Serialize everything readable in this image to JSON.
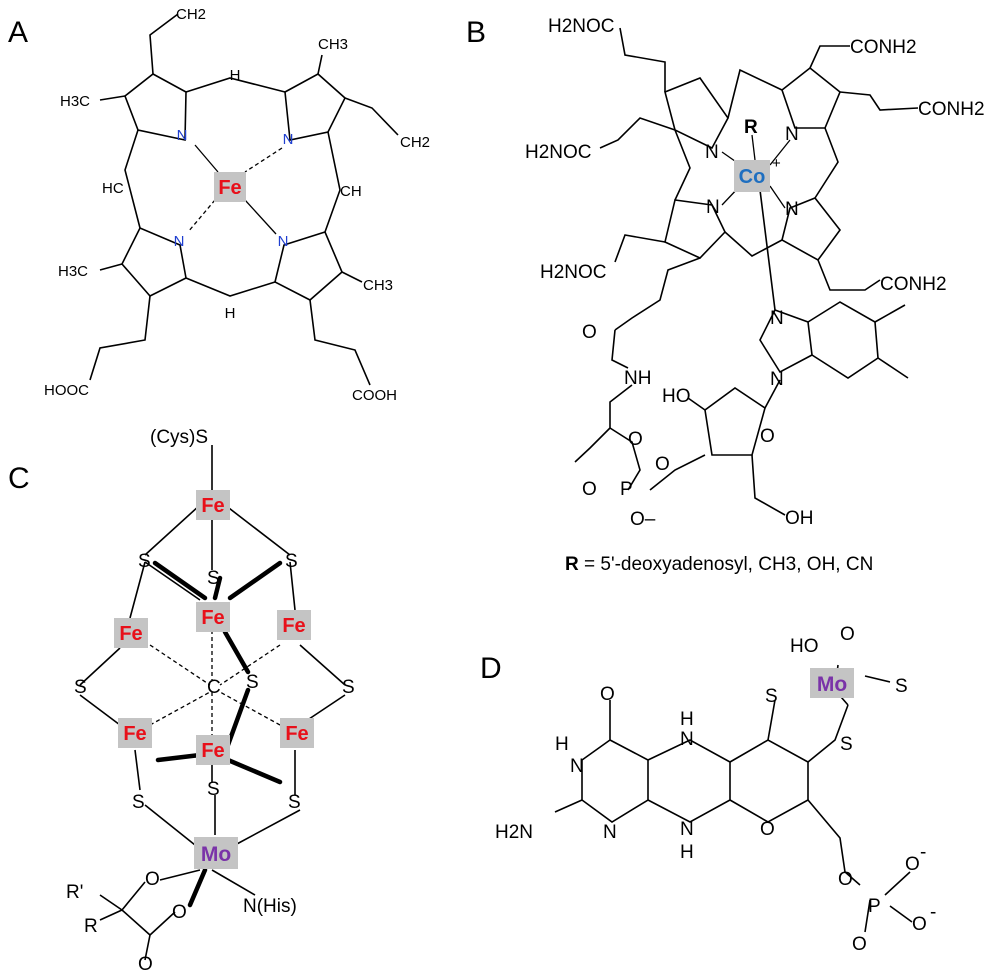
{
  "panels": {
    "a": {
      "label": "A",
      "metal": "Fe",
      "n": "N",
      "ch": "H",
      "hc": "HC",
      "ch2": "CH",
      "vinyl1": "CH2",
      "vinyl2": "CH2",
      "me1": "CH3",
      "me2": "H3C",
      "me3": "H3C",
      "me4": "CH3",
      "acid1": "HOOC",
      "acid2": "COOH"
    },
    "b": {
      "label": "B",
      "metal": "Co",
      "charge": "+",
      "r": "R",
      "n": "N",
      "amide1": "H2NOC",
      "amide2": "CONH2",
      "amide3": "CONH2",
      "amide4": "H2NOC",
      "amide5": "H2NOC",
      "amide6": "CONH2",
      "o": "O",
      "nh": "NH",
      "ho": "HO",
      "oh": "OH",
      "p": "P",
      "ominus": "O–",
      "caption_bold": "R",
      "caption_rest": " = 5'-deoxyadenosyl, CH3, OH, CN"
    },
    "c": {
      "label": "C",
      "metal_fe": "Fe",
      "metal_mo": "Mo",
      "s": "S",
      "c": "C",
      "cys": "(Cys)S",
      "his": "N(His)",
      "rprime": "R'",
      "r": "R",
      "o": "O"
    },
    "d": {
      "label": "D",
      "metal": "Mo",
      "ho": "HO",
      "o": "O",
      "s": "S",
      "n": "N",
      "h": "H",
      "nh2": "H2N",
      "p": "P",
      "minus": "-"
    }
  },
  "colors": {
    "iron": "#e8101a",
    "cobalt": "#1f6fc0",
    "molybdenum": "#7a33a8",
    "metal_box": "#c4c4c4",
    "nitrogen_a": "#1f3fd0"
  }
}
